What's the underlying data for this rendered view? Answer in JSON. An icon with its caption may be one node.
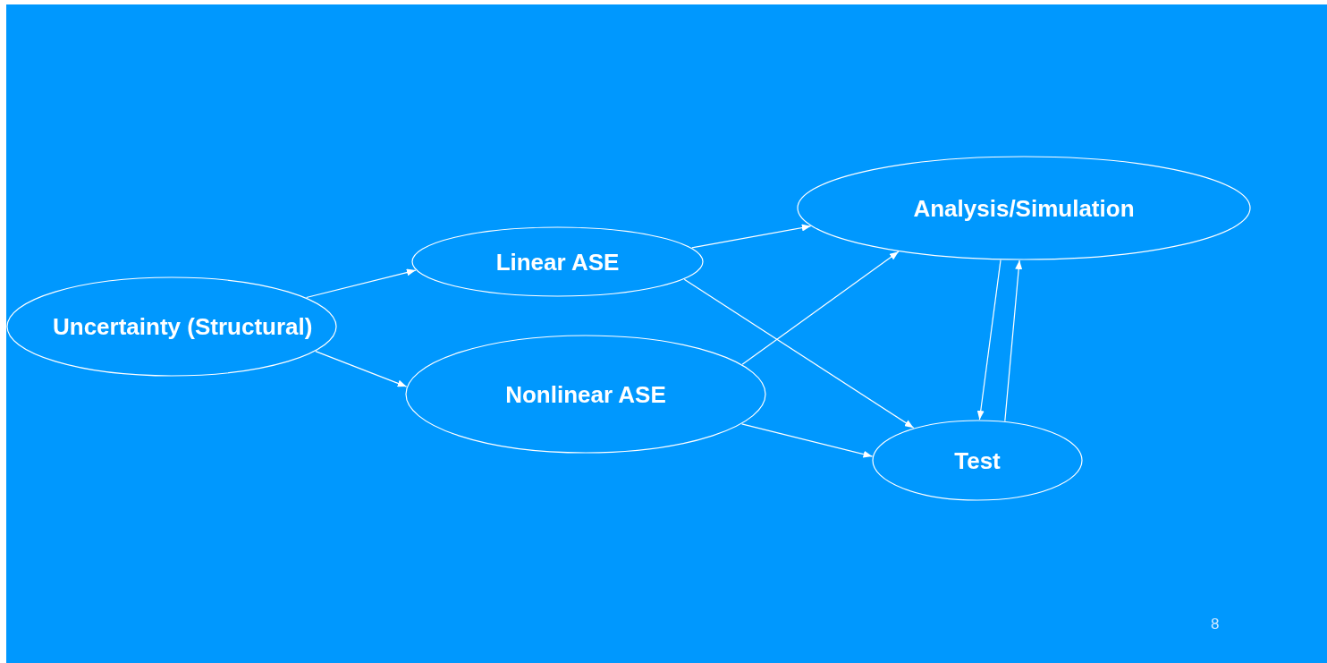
{
  "diagram": {
    "nodes": [
      {
        "text": [
          "Uncertainty (Structural)"
        ]
      },
      {
        "text": [
          "Linear ASE"
        ]
      },
      {
        "text": [
          "Nonlinear ASE"
        ]
      },
      {
        "text": [
          "Analysis/Simulation"
        ]
      },
      {
        "text": [
          "Test"
        ]
      }
    ],
    "edges": [
      {
        "from": 0,
        "to": 1,
        "arrow": "to"
      },
      {
        "from": 0,
        "to": 2,
        "arrow": "to"
      },
      {
        "from": 1,
        "to": 3,
        "arrow": "to"
      },
      {
        "from": 1,
        "to": 4,
        "arrow": "to"
      },
      {
        "from": 2,
        "to": 3,
        "arrow": "to"
      },
      {
        "from": 2,
        "to": 4,
        "arrow": "to"
      },
      {
        "from": 3,
        "to": 4,
        "arrow": "to"
      },
      {
        "from": 4,
        "to": 3,
        "arrow": "to"
      }
    ],
    "labels": [
      "8"
    ]
  }
}
